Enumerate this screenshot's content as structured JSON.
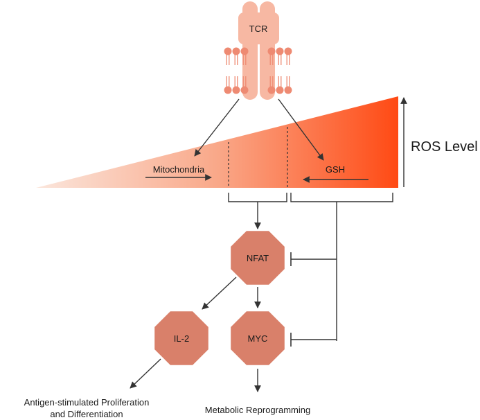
{
  "receptor": {
    "label": "TCR"
  },
  "gradient": {
    "mitochondria_label": "Mitochondria",
    "gsh_label": "GSH",
    "ros_label": "ROS Level",
    "color_light": "#fbe6dc",
    "color_dark": "#ff4a14"
  },
  "nodes": {
    "nfat": "NFAT",
    "il2": "IL-2",
    "myc": "MYC",
    "fill": "#d9806a"
  },
  "outcomes": {
    "il2_line1": "Antigen-stimulated Proliferation",
    "il2_line2": "and Differentiation",
    "myc": "Metabolic Reprogramming"
  },
  "colors": {
    "membrane": "#ee8a72",
    "receptor": "#f7b8a3",
    "line": "#333333"
  }
}
